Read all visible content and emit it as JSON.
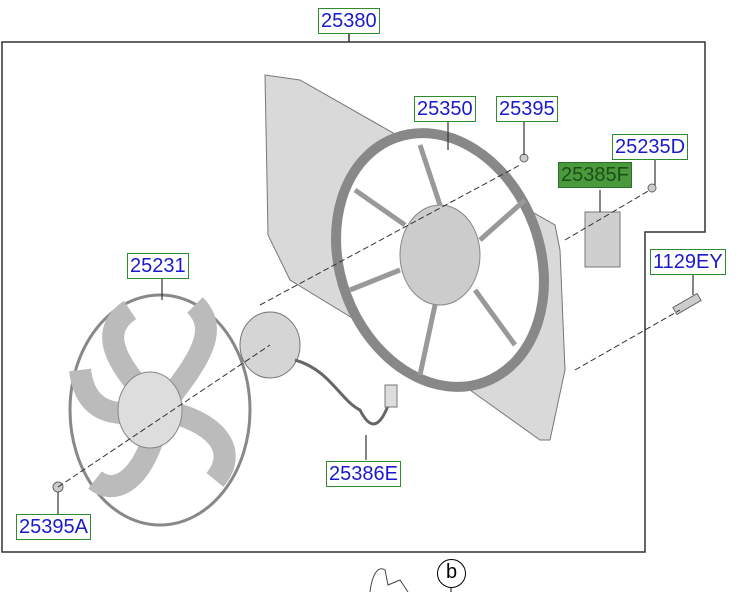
{
  "diagram": {
    "callouts": [
      {
        "id": "assembly",
        "part": "25380",
        "highlighted": false
      },
      {
        "id": "shroud",
        "part": "25350",
        "highlighted": false
      },
      {
        "id": "screw",
        "part": "25395",
        "highlighted": false
      },
      {
        "id": "bolt-resistor",
        "part": "25235D",
        "highlighted": false
      },
      {
        "id": "resistor",
        "part": "25385F",
        "highlighted": true
      },
      {
        "id": "bolt",
        "part": "1129EY",
        "highlighted": false
      },
      {
        "id": "fan",
        "part": "25231",
        "highlighted": false
      },
      {
        "id": "harness",
        "part": "25386E",
        "highlighted": false
      },
      {
        "id": "nut",
        "part": "25395A",
        "highlighted": false
      }
    ],
    "reference_marker": "b",
    "colors": {
      "label_border": "#2e8b2e",
      "label_text": "#1a1acc",
      "highlight_fill": "#4a9a3c"
    }
  }
}
